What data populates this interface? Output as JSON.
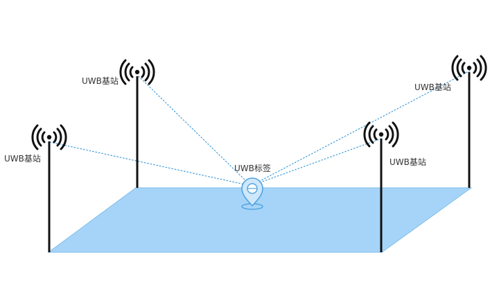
{
  "diagram": {
    "floor_color": "#a6d4f8",
    "floor_edge_color": "#7fbde8",
    "link_color": "#3a9ad9",
    "pole_color": "#111111",
    "tag_color": "#4fa3e0",
    "anchors": [
      {
        "id": "tl",
        "label": "UWB基站"
      },
      {
        "id": "ml",
        "label": "UWB基站"
      },
      {
        "id": "tr",
        "label": "UWB基站"
      },
      {
        "id": "mr",
        "label": "UWB基站"
      }
    ],
    "tag": {
      "label": "UWB标签"
    }
  }
}
